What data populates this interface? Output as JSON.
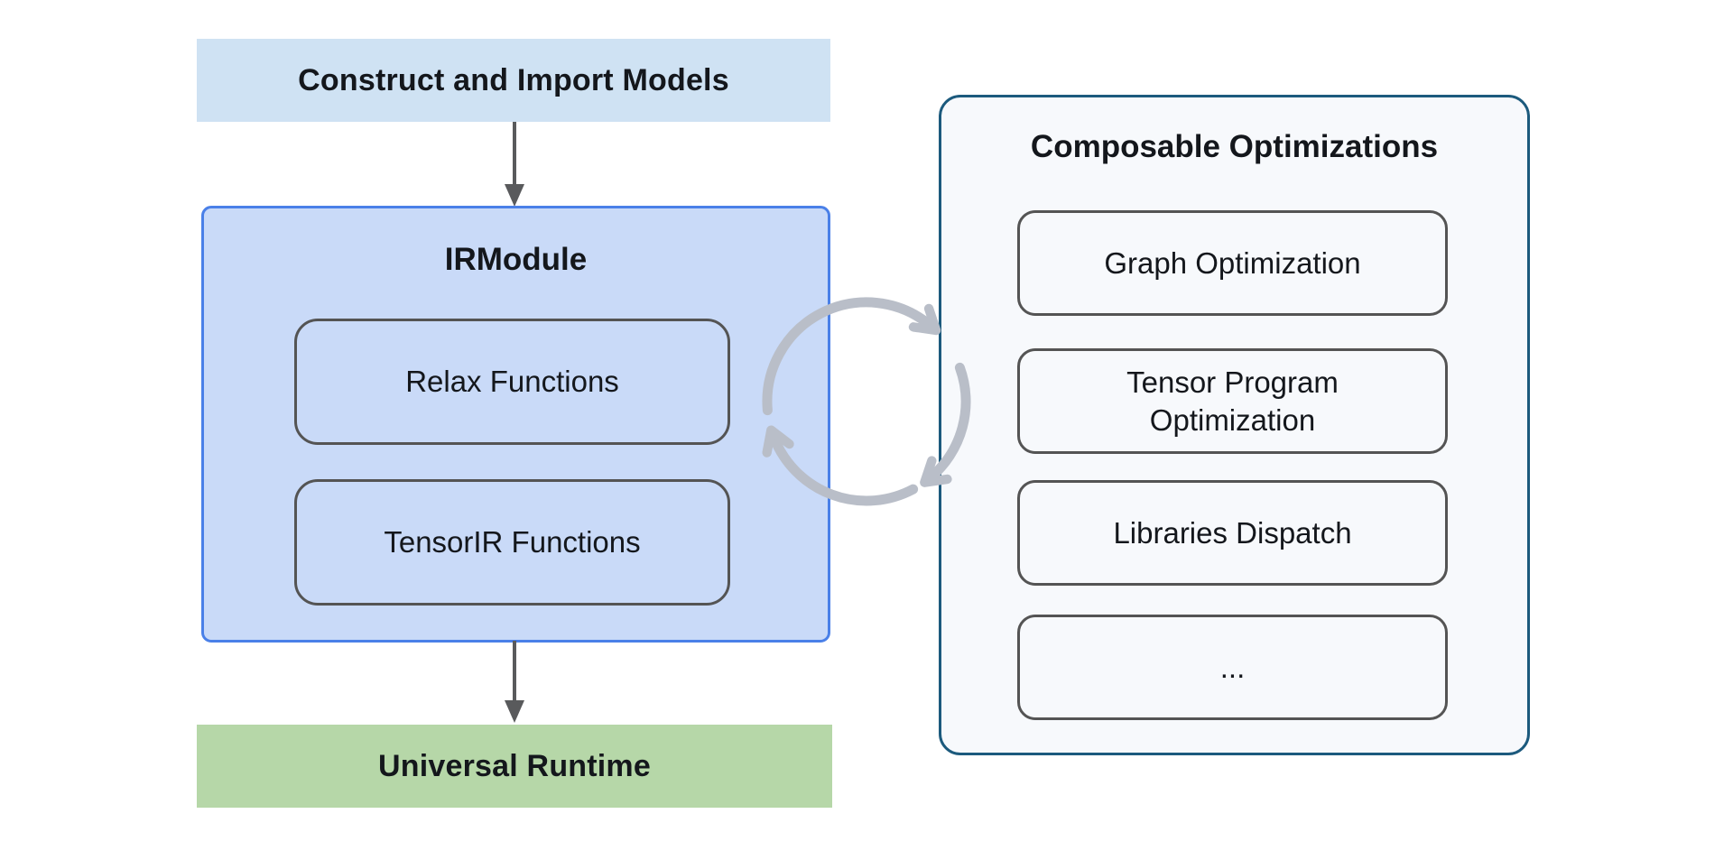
{
  "flow": {
    "construct_label": "Construct and Import Models",
    "runtime_label": "Universal Runtime"
  },
  "irmodule": {
    "title": "IRModule",
    "children": [
      "Relax Functions",
      "TensorIR Functions"
    ]
  },
  "composable": {
    "title": "Composable Optimizations",
    "items": [
      "Graph Optimization",
      "Tensor Program Optimization",
      "Libraries Dispatch",
      "..."
    ]
  },
  "icons": {
    "down_arrow": "down-arrow",
    "cycle_arrows": "circular-cycle-arrows"
  },
  "colors": {
    "c-topbox": "#cfe2f3",
    "c-irm-fill": "#c9daf8",
    "c-irm-border": "#4a80e8",
    "c-inner-border": "#545454",
    "c-green": "#b6d7a8",
    "c-panel-fill": "#f7f9fc",
    "c-panel-border": "#1c5a7d",
    "c-cycle": "#b9bec8",
    "c-varrow": "#595a5c",
    "c-text": "#14171c"
  }
}
